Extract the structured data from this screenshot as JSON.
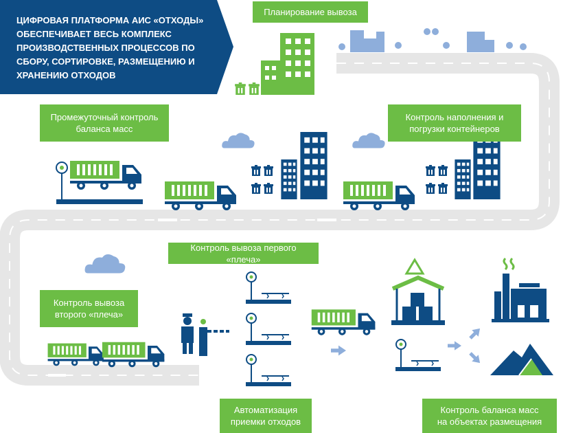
{
  "header": {
    "text": "ЦИФРОВАЯ ПЛАТФОРМА АИС «ОТХОДЫ»\nОБЕСПЕЧИВАЕТ ВЕСЬ КОМПЛЕКС\nПРОИЗВОДСТВЕННЫХ ПРОЦЕССОВ ПО\nСБОРУ, СОРТИРОВКЕ, РАЗМЕЩЕНИЮ И\nХРАНЕНИЮ ОТХОДОВ"
  },
  "stages": {
    "planning": "Планирование вывоза",
    "intermediate_balance": "Промежуточный контроль\nбаланса масс",
    "filling_loading": "Контроль наполнения и\nпогрузки контейнеров",
    "first_leg": "Контроль вывоза первого «плеча»",
    "second_leg": "Контроль вывоза\nвторого «плеча»",
    "reception_automation": "Автоматизация\nприемки отходов",
    "placement_balance": "Контроль баланса масс\nна объектах размещения"
  },
  "colors": {
    "navy": "#0e4c84",
    "green": "#6cbd45",
    "road": "#e6e6e6",
    "cloud": "#8eaedb"
  }
}
